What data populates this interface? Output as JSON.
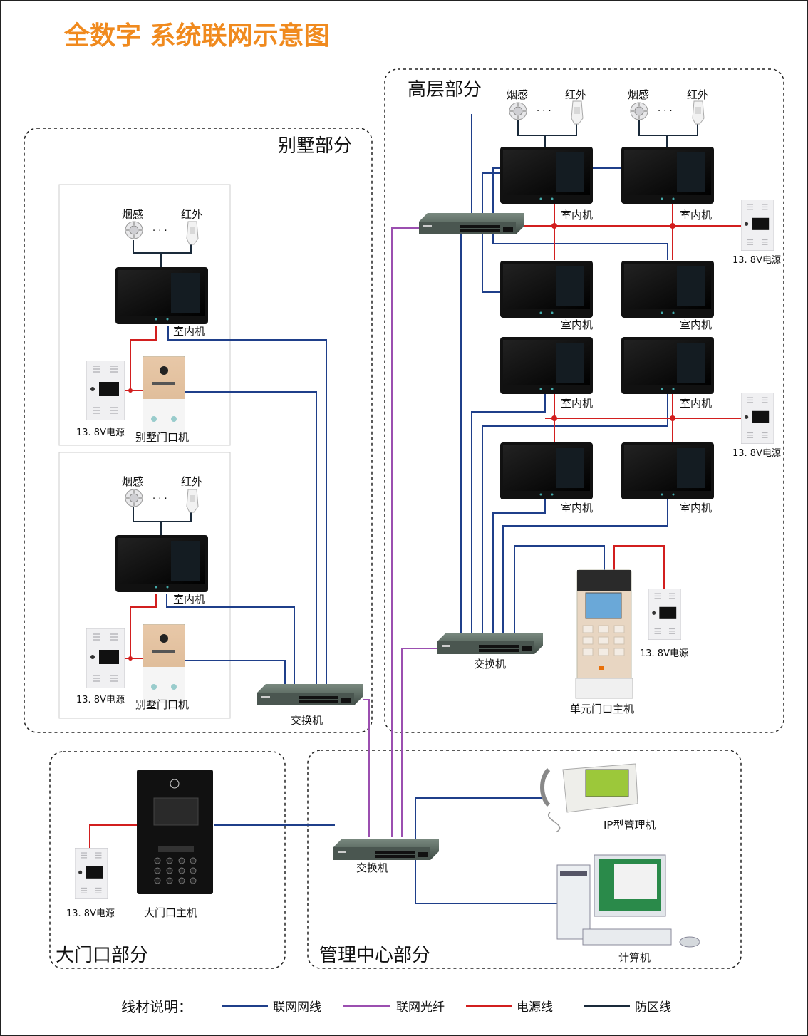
{
  "title": "全数字  系统联网示意图",
  "sections": {
    "villa": "别墅部分",
    "highrise": "高层部分",
    "gate": "大门口部分",
    "center": "管理中心部分"
  },
  "labels": {
    "smoke": "烟感",
    "infrared": "红外",
    "dots": "· · ·",
    "indoor": "室内机",
    "power": "13. 8V电源",
    "villa_door": "别墅门口机",
    "switch": "交换机",
    "unit_door": "单元门口主机",
    "gate_host": "大门口主机",
    "ip_manager": "IP型管理机",
    "computer": "计算机"
  },
  "legend": {
    "title": "线材说明：",
    "items": [
      {
        "label": "联网网线",
        "color": "#1f3f8a"
      },
      {
        "label": "联网光纤",
        "color": "#9b4fb0"
      },
      {
        "label": "电源线",
        "color": "#d21f1f"
      },
      {
        "label": "防区线",
        "color": "#1a2a3a"
      }
    ]
  },
  "colors": {
    "network": "#1f3f8a",
    "fiber": "#9b4fb0",
    "power": "#d21f1f",
    "zone": "#1a2a3a",
    "title": "#f08a1e"
  }
}
